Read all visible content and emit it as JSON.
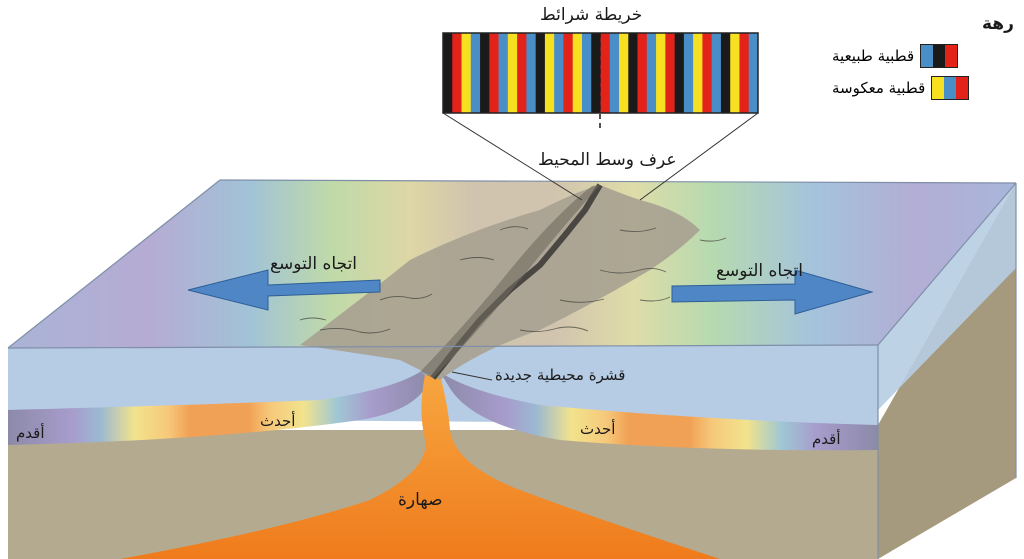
{
  "strip_map": {
    "title": "خريطة شرائط",
    "stripes": [
      "#1a1a1a",
      "#e32219",
      "#f6e020",
      "#4a8ec8",
      "#1a1a1a",
      "#e32219",
      "#4a8ec8",
      "#f6e020",
      "#e32219",
      "#4a8ec8",
      "#1a1a1a",
      "#f6e020",
      "#4a8ec8",
      "#e32219",
      "#f6e020",
      "#4a8ec8",
      "#1a1a1a",
      "#e32219",
      "#4a8ec8",
      "#f6e020",
      "#1a1a1a",
      "#e32219",
      "#4a8ec8",
      "#f6e020",
      "#e32219",
      "#1a1a1a",
      "#4a8ec8",
      "#f6e020",
      "#e32219",
      "#4a8ec8",
      "#1a1a1a",
      "#f6e020",
      "#e32219",
      "#4a8ec8"
    ]
  },
  "legend": {
    "title": "رهة",
    "items": [
      {
        "label": "قطبية طبيعية",
        "colors": [
          "#e32219",
          "#1a1a1a",
          "#4a8ec8"
        ]
      },
      {
        "label": "قطبية معكوسة",
        "colors": [
          "#e32219",
          "#4a8ec8",
          "#f6e020"
        ]
      }
    ]
  },
  "labels": {
    "ridge": "عرف وسط المحيط",
    "spreading_left": "اتجاه التوسع",
    "spreading_right": "اتجاه التوسع",
    "new_crust": "قشرة محيطية جديدة",
    "younger_left": "أحدث",
    "younger_right": "أحدث",
    "older_left": "أقدم",
    "older_right": "أقدم",
    "magma": "صهارة"
  },
  "colors": {
    "water_top": "#9fb3dc",
    "water_front": "#a8c4e0",
    "rock": "#b3a991",
    "arrow": "#4f86c6",
    "magma": "#f08a25"
  }
}
